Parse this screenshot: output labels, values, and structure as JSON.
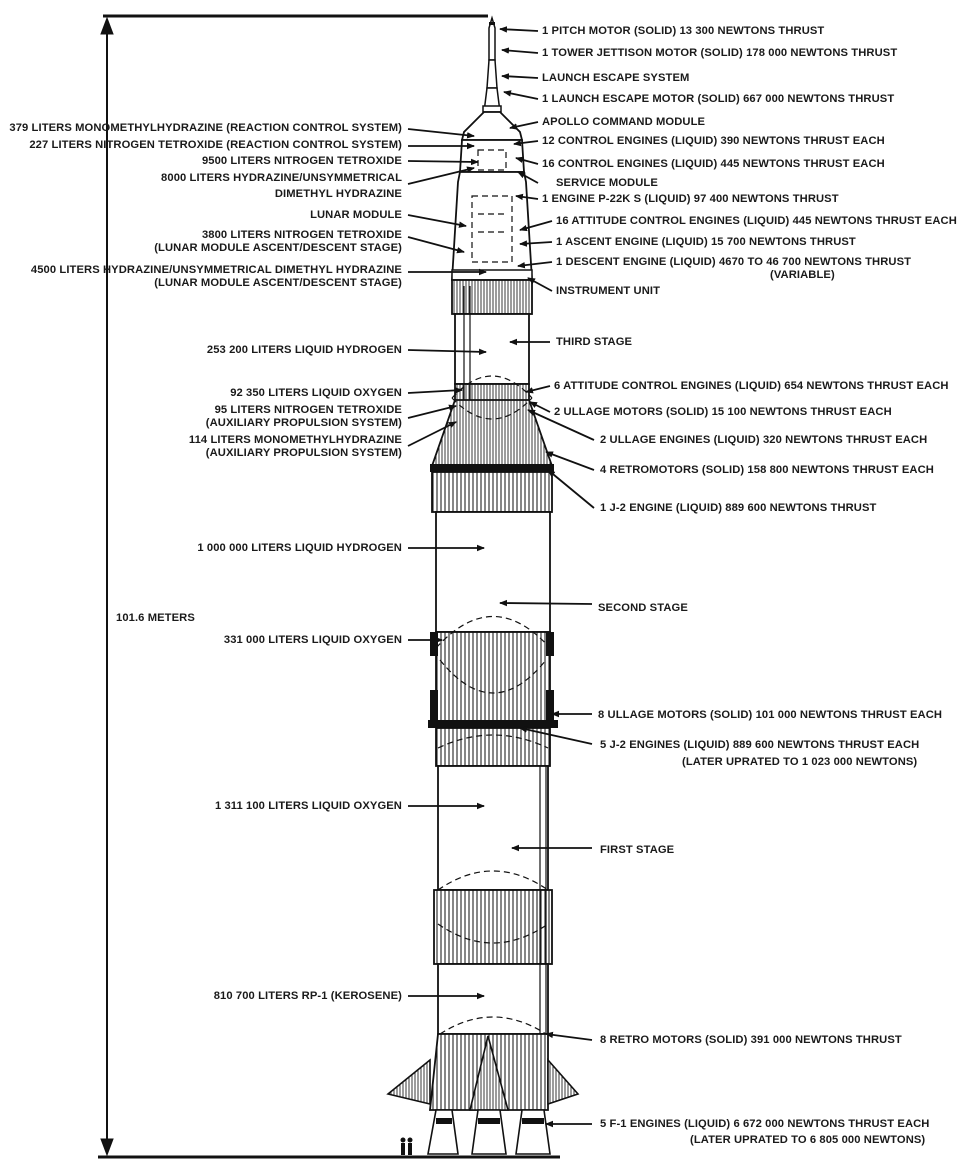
{
  "height_label": "101.6 METERS",
  "labels_right": {
    "pitch_motor": "1 PITCH MOTOR (SOLID) 13 300 NEWTONS THRUST",
    "tower_jettison": "1 TOWER JETTISON MOTOR (SOLID) 178 000 NEWTONS THRUST",
    "launch_escape_system": "LAUNCH ESCAPE SYSTEM",
    "launch_escape_motor": "1 LAUNCH ESCAPE MOTOR (SOLID) 667 000 NEWTONS THRUST",
    "apollo_cm": "APOLLO COMMAND MODULE",
    "cm_control_engines": "12 CONTROL ENGINES (LIQUID) 390 NEWTONS THRUST EACH",
    "sm_control_engines": "16 CONTROL ENGINES (LIQUID) 445 NEWTONS THRUST EACH",
    "service_module": "SERVICE MODULE",
    "engine_p22ks": "1 ENGINE P-22K S (LIQUID) 97 400 NEWTONS THRUST",
    "lm_attitude_engines": "16 ATTITUDE CONTROL ENGINES (LIQUID) 445 NEWTONS THRUST EACH",
    "ascent_engine": "1 ASCENT ENGINE (LIQUID) 15 700 NEWTONS THRUST",
    "descent_engine_1": "1 DESCENT ENGINE (LIQUID) 4670 TO 46 700 NEWTONS THRUST",
    "descent_engine_2": "(VARIABLE)",
    "instrument_unit": "INSTRUMENT UNIT",
    "third_stage": "THIRD STAGE",
    "s4b_attitude_engines": "6 ATTITUDE CONTROL ENGINES (LIQUID) 654 NEWTONS THRUST EACH",
    "s4b_ullage_motors": "2 ULLAGE MOTORS (SOLID) 15 100 NEWTONS THRUST EACH",
    "s4b_ullage_engines": "2 ULLAGE ENGINES (LIQUID) 320 NEWTONS THRUST EACH",
    "retromotors_4": "4 RETROMOTORS (SOLID) 158 800 NEWTONS THRUST EACH",
    "j2_single": "1  J-2  ENGINE  (LIQUID)  889 600  NEWTONS  THRUST",
    "second_stage": "SECOND STAGE",
    "ullage_motors_8": "8 ULLAGE MOTORS (SOLID) 101 000 NEWTONS THRUST EACH",
    "j2_five_1": "5 J-2 ENGINES (LIQUID) 889 600 NEWTONS THRUST EACH",
    "j2_five_2": "(LATER UPRATED TO 1 023 000 NEWTONS)",
    "first_stage": "FIRST STAGE",
    "retro_motors_8": "8 RETRO MOTORS (SOLID) 391 000 NEWTONS THRUST",
    "f1_engines_1": "5 F-1 ENGINES (LIQUID) 6 672 000 NEWTONS THRUST EACH",
    "f1_engines_2": "(LATER UPRATED TO 6 805 000 NEWTONS)"
  },
  "labels_left": {
    "mmh_rcs": "379 LITERS MONOMETHYLHYDRAZINE (REACTION CONTROL SYSTEM)",
    "n2o4_rcs": "227 LITERS NITROGEN TETROXIDE (REACTION CONTROL SYSTEM)",
    "n2o4_9500": "9500 LITERS NITROGEN TETROXIDE",
    "hydrazine_8000_1": "8000 LITERS HYDRAZINE/UNSYMMETRICAL",
    "hydrazine_8000_2": "DIMETHYL HYDRAZINE",
    "lunar_module": "LUNAR MODULE",
    "n2o4_3800_1": "3800 LITERS NITROGEN TETROXIDE",
    "n2o4_3800_2": "(LUNAR MODULE ASCENT/DESCENT STAGE)",
    "hydrazine_4500_1": "4500 LITERS HYDRAZINE/UNSYMMETRICAL DIMETHYL HYDRAZINE",
    "hydrazine_4500_2": "(LUNAR MODULE ASCENT/DESCENT STAGE)",
    "lh2_253200": "253 200 LITERS LIQUID HYDROGEN",
    "lox_92350": "92 350 LITERS LIQUID OXYGEN",
    "n2o4_95_1": "95 LITERS NITROGEN TETROXIDE",
    "n2o4_95_2": "(AUXILIARY PROPULSION SYSTEM)",
    "mmh_114_1": "114 LITERS MONOMETHYLHYDRAZINE",
    "mmh_114_2": "(AUXILIARY PROPULSION SYSTEM)",
    "lh2_1000000": "1 000 000 LITERS LIQUID HYDROGEN",
    "lox_331000": "331 000 LITERS LIQUID OXYGEN",
    "lox_1311100": "1 311 100 LITERS LIQUID OXYGEN",
    "rp1_810700": "810 700 LITERS RP-1 (KEROSENE)"
  }
}
